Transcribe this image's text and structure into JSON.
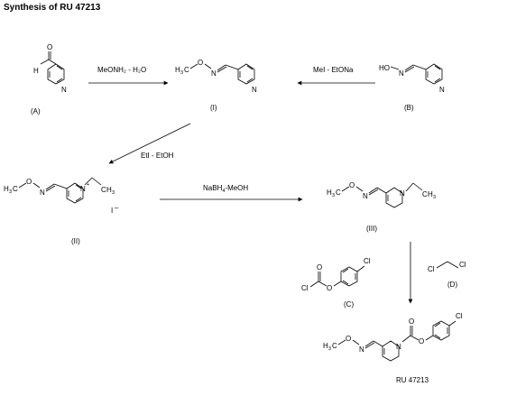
{
  "title": "Synthesis of RU 47213",
  "atoms": {
    "H": "H",
    "O": "O",
    "N": "N",
    "Cl": "Cl",
    "HO": "HO",
    "CH3": "C",
    "H3": "H",
    "three": "3",
    "plus": "+",
    "iodide": "I",
    "minus": "–",
    "four": "4"
  },
  "compounds": {
    "A": "(A)",
    "I": "(I)",
    "B": "(B)",
    "II": "(II)",
    "III": "(III)",
    "C": "(C)",
    "D": "(D)",
    "product": "RU 47213"
  },
  "reagents": {
    "step1": "MeONH₂ - H₂O",
    "step2": "MeI - EtONa",
    "step3": "EtI - EtOH",
    "step4_a": "NaBH",
    "step4_b": "-MeOH"
  },
  "colors": {
    "ink": "#000000",
    "background": "#ffffff"
  }
}
